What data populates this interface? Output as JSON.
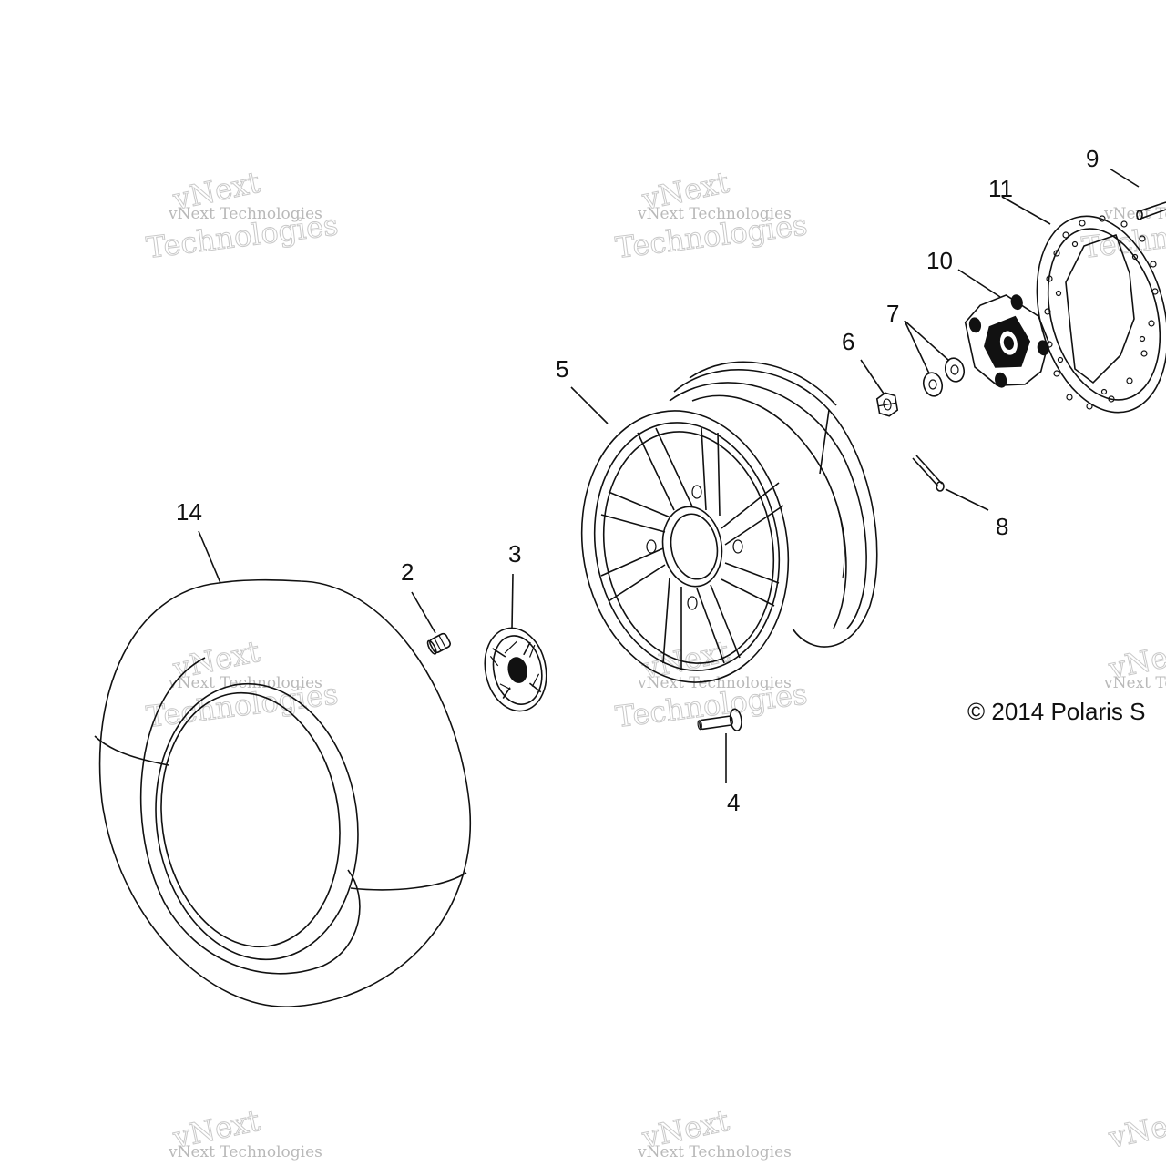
{
  "callouts": [
    "2",
    "3",
    "4",
    "5",
    "6",
    "7",
    "8",
    "9",
    "10",
    "11",
    "14"
  ],
  "copyright": "© 2014 Polaris S",
  "watermark": {
    "line1": "vNext Technologies",
    "line2": "Technologies",
    "arc": "vNext"
  }
}
